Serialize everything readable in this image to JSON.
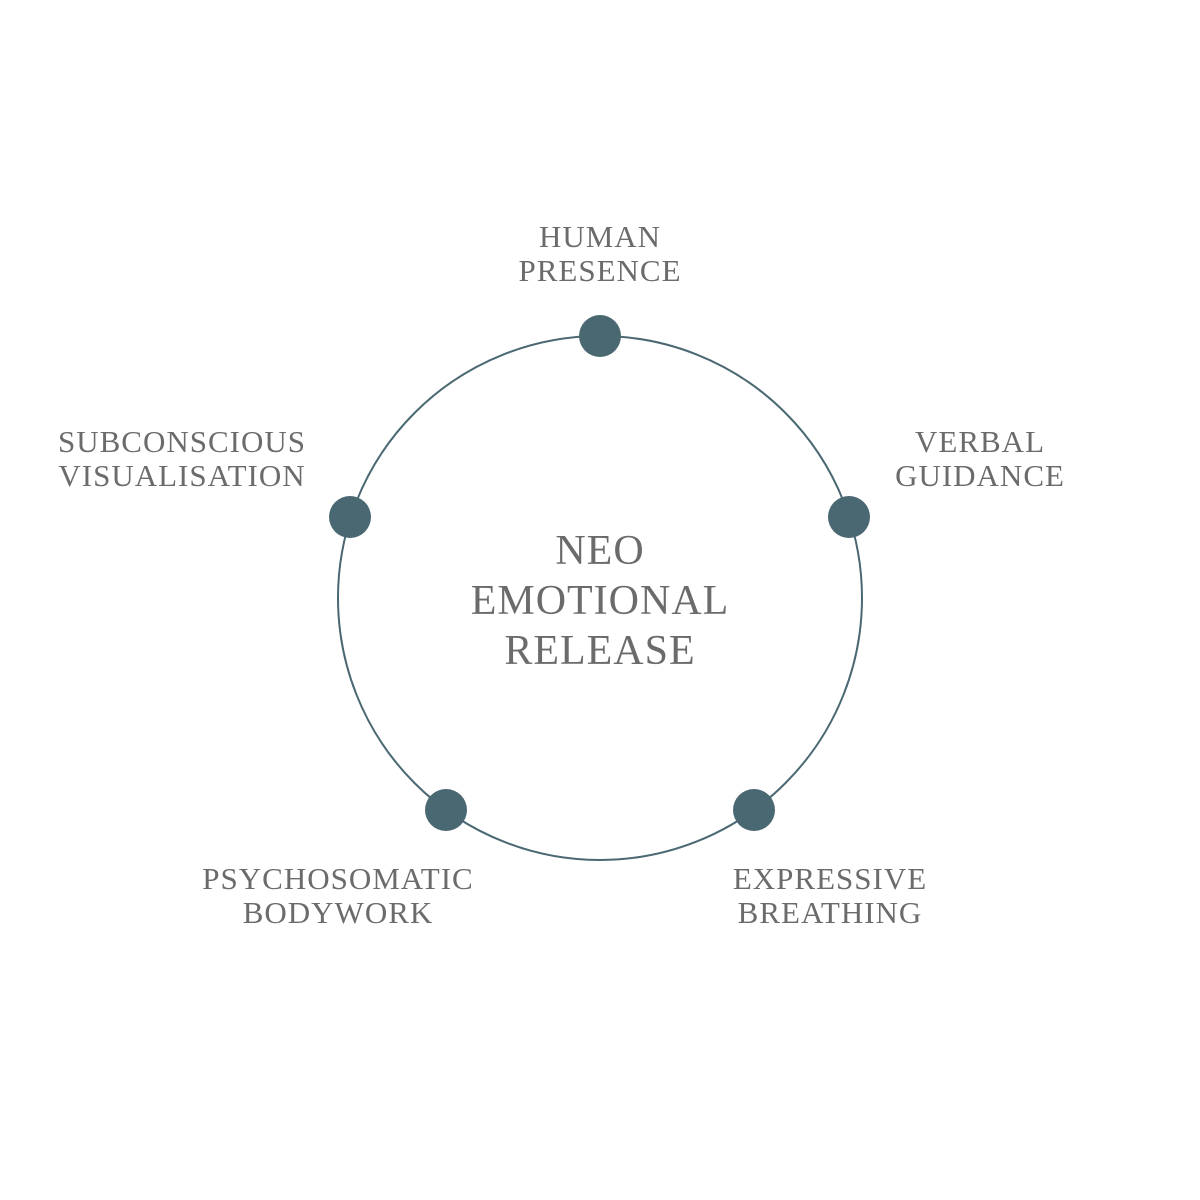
{
  "title": [
    "NEO",
    "EMOTIONAL",
    "RELEASE"
  ],
  "colors": {
    "accent": "#4a6872",
    "text": "#6b6b6b"
  },
  "nodes": [
    {
      "line1": "HUMAN",
      "line2": "PRESENCE"
    },
    {
      "line1": "VERBAL",
      "line2": "GUIDANCE"
    },
    {
      "line1": "EXPRESSIVE",
      "line2": "BREATHING"
    },
    {
      "line1": "PSYCHOSOMATIC",
      "line2": "BODYWORK"
    },
    {
      "line1": "SUBCONSCIOUS",
      "line2": "VISUALISATION"
    }
  ]
}
